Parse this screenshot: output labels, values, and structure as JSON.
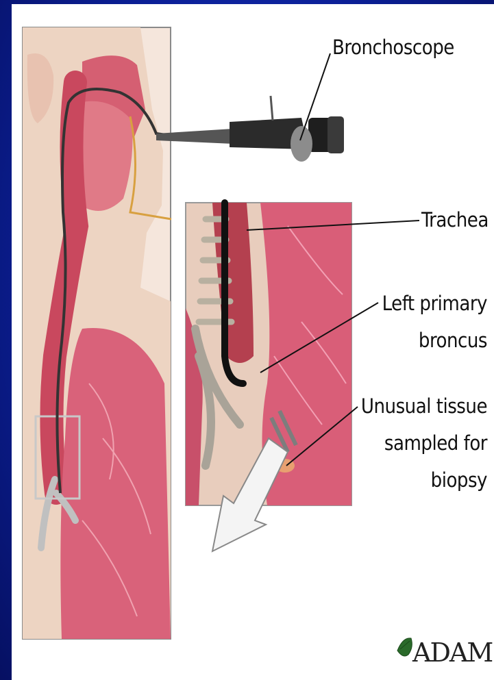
{
  "labels": {
    "bronchoscope": "Bronchoscope",
    "trachea": "Trachea",
    "left_primary_1": "Left primary",
    "left_primary_2": "broncus",
    "unusual_1": "Unusual tissue",
    "unusual_2": "sampled for",
    "unusual_3": "biopsy"
  },
  "logo": {
    "text": "ADAM."
  },
  "colors": {
    "background": "#0b1f96",
    "tissue": "#d9627a",
    "skin": "#efd6c4",
    "scope": "#2b2b2b"
  }
}
